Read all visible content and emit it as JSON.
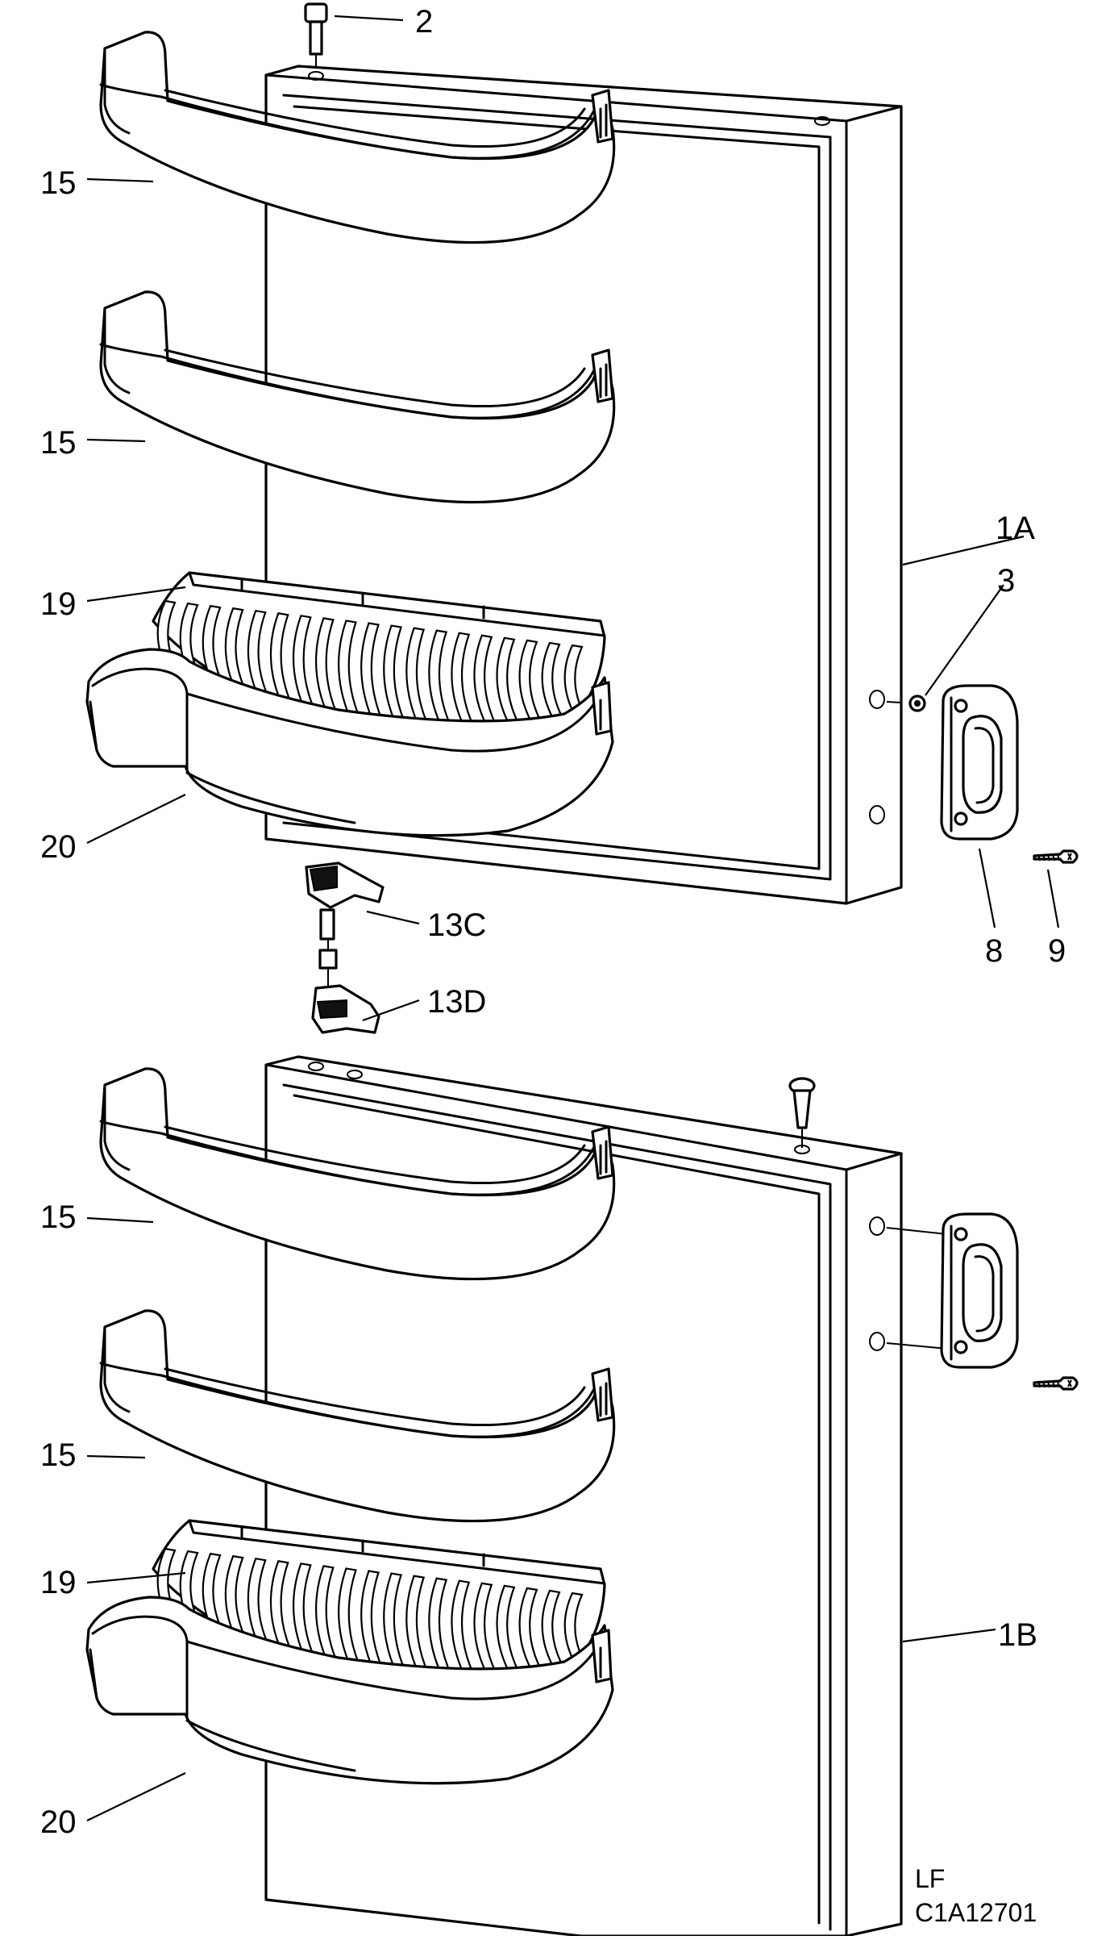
{
  "callouts": {
    "c2": "2",
    "c15a": "15",
    "c15b": "15",
    "c1A": "1A",
    "c3": "3",
    "c19a": "19",
    "c20a": "20",
    "c8": "8",
    "c9": "9",
    "c13C": "13C",
    "c13D": "13D",
    "c15c": "15",
    "c15d": "15",
    "c1B": "1B",
    "c19b": "19",
    "c20b": "20"
  },
  "reference": {
    "line1": "LF",
    "line2": "C1A12701"
  }
}
